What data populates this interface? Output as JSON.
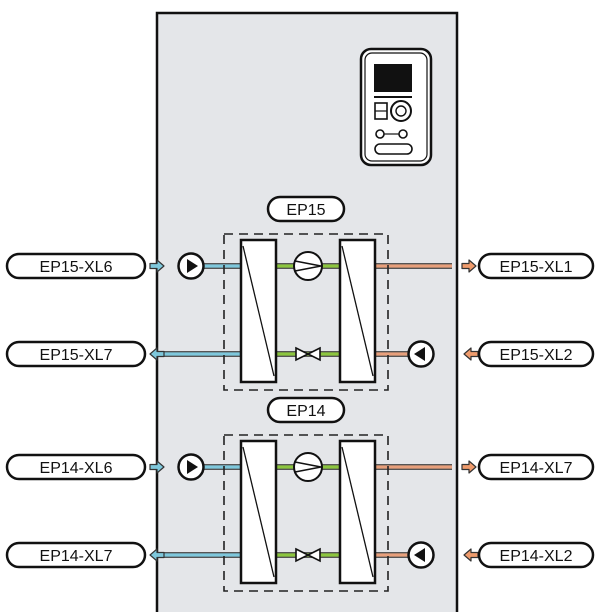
{
  "colors": {
    "cabinet_fill": "#e4e6e9",
    "outline": "#111111",
    "pipe_outer": "#555555",
    "pipe_cold": "#7ec8dc",
    "pipe_warm": "#e8a07c",
    "pipe_green": "#8cc63f",
    "arrow_cold": "#7ec8dc",
    "arrow_warm": "#ef9b6c"
  },
  "control_unit": {
    "icon": "display-control-unit-icon"
  },
  "modules": [
    {
      "name": "EP15",
      "ports": {
        "left_in": "EP15-XL6",
        "left_out": "EP15-XL7",
        "right_out": "EP15-XL1",
        "right_in": "EP15-XL2"
      }
    },
    {
      "name": "EP14",
      "ports": {
        "left_in": "EP14-XL6",
        "left_out": "EP14-XL7",
        "right_out": "EP14-XL7",
        "right_in": "EP14-XL2"
      }
    }
  ]
}
